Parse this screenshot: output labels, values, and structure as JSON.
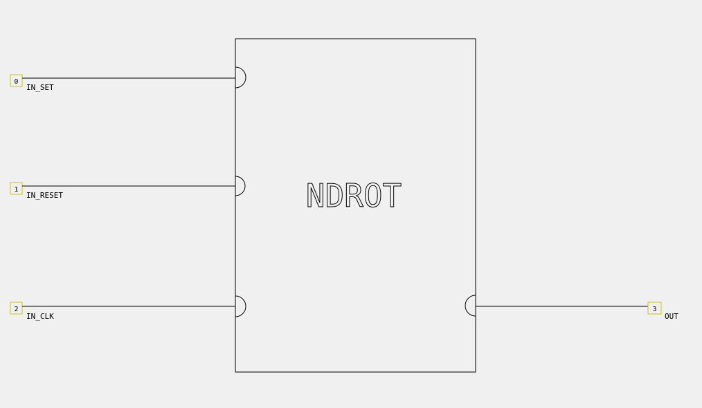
{
  "block": {
    "name": "NDROT"
  },
  "pins": [
    {
      "number": "0",
      "label": "IN_SET"
    },
    {
      "number": "1",
      "label": "IN_RESET"
    },
    {
      "number": "2",
      "label": "IN_CLK"
    },
    {
      "number": "3",
      "label": "OUT"
    }
  ],
  "colors": {
    "background": "#f0f0f0",
    "line": "#000000",
    "pin_box": "#c8c800"
  }
}
